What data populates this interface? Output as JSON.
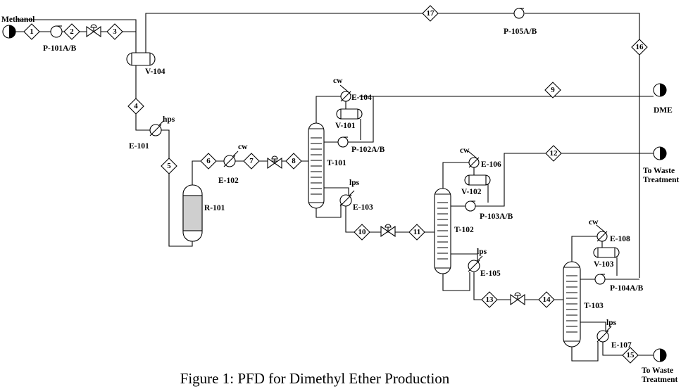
{
  "caption": "Figure 1: PFD for Dimethyl Ether Production",
  "feeds": {
    "methanol": "Methanol"
  },
  "products": {
    "dme": "DME",
    "waste_a_line1": "To Waste",
    "waste_a_line2": "Treatment",
    "waste_b_line1": "To Waste",
    "waste_b_line2": "Treatment"
  },
  "utilities": {
    "hps": "hps",
    "cw_e102": "cw",
    "cw_e104": "cw",
    "lps_e103": "lps",
    "cw_e106": "cw",
    "lps_e105": "lps",
    "cw_e108": "cw",
    "lps_e107": "lps"
  },
  "equipment": {
    "p101": "P-101A/B",
    "v104": "V-104",
    "e101": "E-101",
    "e102": "E-102",
    "r101": "R-101",
    "t101": "T-101",
    "e104": "E-104",
    "v101": "V-101",
    "p102": "P-102A/B",
    "e103": "E-103",
    "t102": "T-102",
    "e106": "E-106",
    "v102": "V-102",
    "p103": "P-103A/B",
    "e105": "E-105",
    "t103": "T-103",
    "e108": "E-108",
    "v103": "V-103",
    "p104": "P-104A/B",
    "e107": "E-107",
    "p105": "P-105A/B"
  },
  "streams": {
    "s1": "1",
    "s2": "2",
    "s3": "3",
    "s4": "4",
    "s5": "5",
    "s6": "6",
    "s7": "7",
    "s8": "8",
    "s9": "9",
    "s10": "10",
    "s11": "11",
    "s12": "12",
    "s13": "13",
    "s14": "14",
    "s15": "15",
    "s16": "16",
    "s17": "17"
  }
}
